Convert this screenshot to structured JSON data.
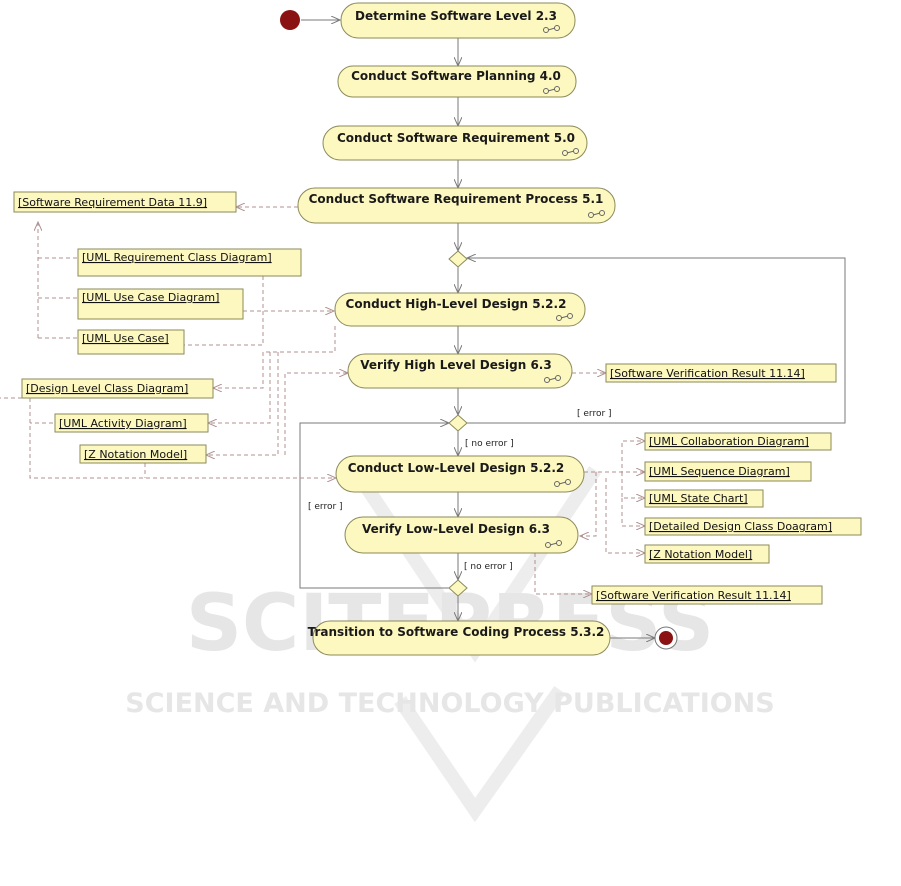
{
  "watermark": {
    "title": "SCITEPRESS",
    "subtitle": "SCIENCE AND TECHNOLOGY PUBLICATIONS"
  },
  "activities": {
    "a1": "Determine Software Level 2.3",
    "a2": "Conduct Software Planning 4.0",
    "a3": "Conduct Software Requirement 5.0",
    "a4": "Conduct Software Requirement Process 5.1",
    "a5": "Conduct High-Level Design 5.2.2",
    "a6": "Verify High Level Design 6.3",
    "a7": "Conduct Low-Level Design 5.2.2",
    "a8": "Verify Low-Level Design 6.3",
    "a9": "Transition to Software Coding Process 5.3.2"
  },
  "objects": {
    "o1": "[Software Requirement Data 11.9]",
    "o2": "[UML Requirement Class Diagram]",
    "o3": "[UML Use Case Diagram]",
    "o4": "[UML Use Case]",
    "o5": "[Design Level Class Diagram]",
    "o6": "[UML Activity Diagram]",
    "o7": "[Z Notation Model]",
    "o8": "[Software Verification Result 11.14]",
    "o9": "[UML Collaboration Diagram]",
    "o10": "[UML Sequence Diagram]",
    "o11": "[UML State Chart]",
    "o12": "[Detailed Design Class Doagram]",
    "o13": "[Z Notation Model]",
    "o14": "[Software Verification Result 11.14]"
  },
  "guards": {
    "g_error_high": "[ error ]",
    "g_no_error_1": "[ no error ]",
    "g_error_low": "[ error ]",
    "g_no_error_2": "[ no error ]"
  }
}
